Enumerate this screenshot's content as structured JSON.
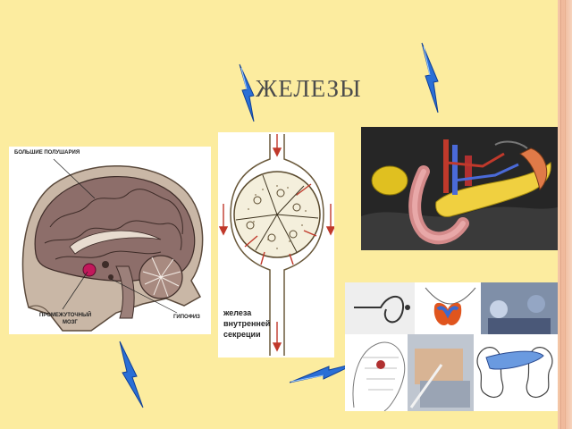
{
  "slide": {
    "title": "ЖЕЛЕЗЫ"
  },
  "brain_diagram": {
    "label_hemispheres": "БОЛЬШИЕ ПОЛУШАРИЯ",
    "label_diencephalon_line1": "ПРОМЕЖУТОЧНЫЙ",
    "label_diencephalon_line2": "МОЗГ",
    "label_pituitary": "ГИПОФИЗ"
  },
  "gland_diagram": {
    "caption_line1": "железа",
    "caption_line2": "внутренней",
    "caption_line3": "секреции"
  },
  "colors": {
    "background": "#fcec9f",
    "arrow_blue": "#2a6fd6",
    "flow_red": "#c0392b"
  }
}
